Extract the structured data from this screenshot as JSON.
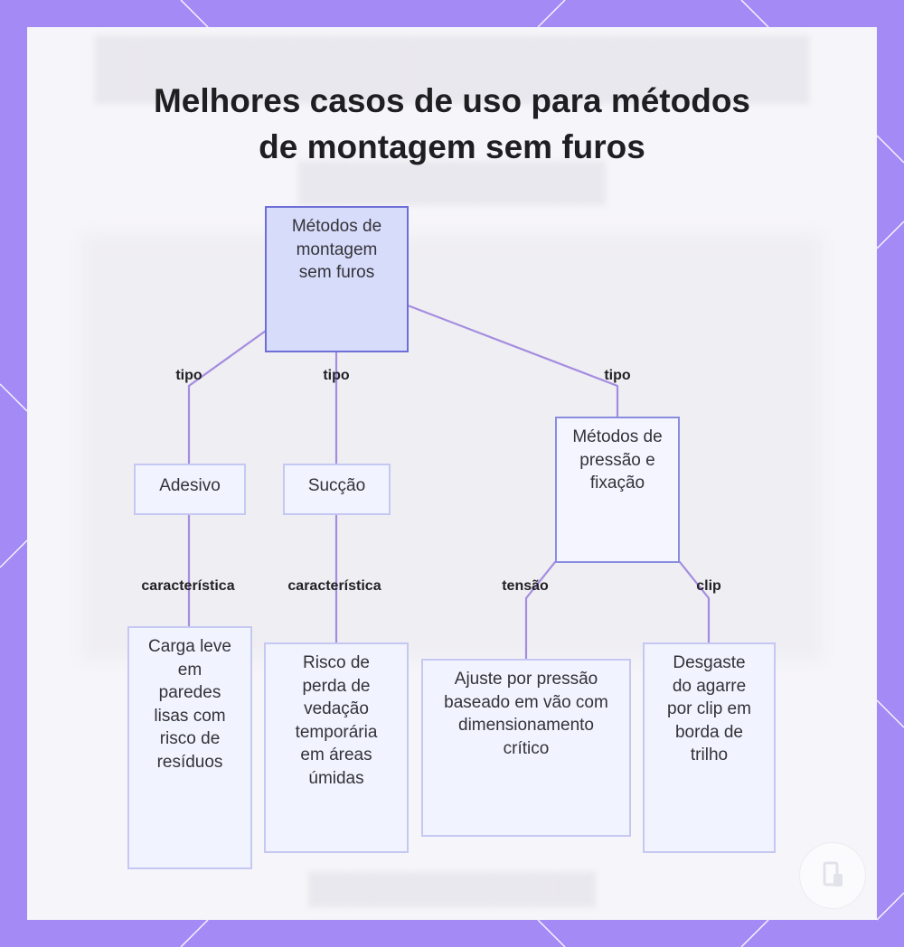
{
  "title_lines": [
    "Melhores casos de uso para métodos",
    "de montagem sem furos"
  ],
  "colors": {
    "frame": "#a38af5",
    "panel": "#f6f5f9",
    "edge": "#a48ce0",
    "root_fill": "#d8dcfb",
    "root_border": "#6d6fd6",
    "node_fill": "#f1f3fe",
    "node_border": "#c5c8f2"
  },
  "nodes": {
    "root": "Métodos de montagem sem furos",
    "adesivo": "Adesivo",
    "succao": "Sucção",
    "pressao_fixacao": "Métodos de pressão e fixação",
    "carga_leve": "Carga leve em paredes lisas com risco de resíduos",
    "risco_vedacao": "Risco de perda de vedação temporária em áreas úmidas",
    "ajuste_pressao": "Ajuste por pressão baseado em vão com dimensionamento crítico",
    "desgaste_agarre": "Desgaste do agarre por clip em borda de trilho"
  },
  "edge_labels": {
    "root_adesivo": "tipo",
    "root_succao": "tipo",
    "root_pressao": "tipo",
    "adesivo_carga": "característica",
    "succao_risco": "característica",
    "pressao_ajuste": "tensão",
    "pressao_desgaste": "clip"
  },
  "logo_icon": "brand-logo-icon"
}
